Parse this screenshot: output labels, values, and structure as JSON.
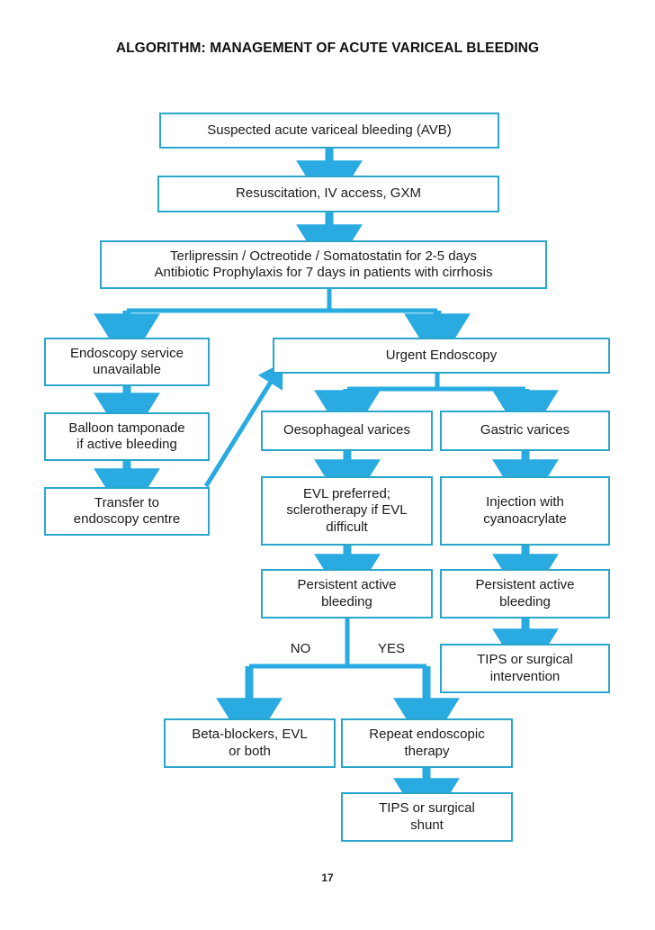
{
  "page": {
    "title": "ALGORITHM: MANAGEMENT OF ACUTE VARICEAL BLEEDING",
    "page_number": "17",
    "accent_color": "#29ABE2",
    "box_border_color": "#2BA6CB",
    "background_color": "#FFFFFF",
    "text_color": "#1A1A1A"
  },
  "nodes": {
    "suspected_avb": {
      "text": "Suspected acute variceal bleeding (AVB)"
    },
    "resuscitation": {
      "text": "Resuscitation, IV access, GXM"
    },
    "drugs": {
      "line1": "Terlipressin / Octreotide / Somatostatin for 2-5 days",
      "line2": "Antibiotic Prophylaxis for 7 days in patients with cirrhosis"
    },
    "endoscopy_unavailable": {
      "line1": "Endoscopy service",
      "line2": "unavailable"
    },
    "balloon_tamponade": {
      "line1": "Balloon tamponade",
      "line2": "if active bleeding"
    },
    "transfer_centre": {
      "line1": "Transfer to",
      "line2": "endoscopy centre"
    },
    "urgent_endoscopy": {
      "text": "Urgent Endoscopy"
    },
    "oesophageal_varices": {
      "text": "Oesophageal varices"
    },
    "gastric_varices": {
      "text": "Gastric varices"
    },
    "evl_preferred": {
      "line1": "EVL preferred;",
      "line2": "sclerotherapy if EVL",
      "line3": "difficult"
    },
    "injection_cyanoacrylate": {
      "line1": "Injection with",
      "line2": "cyanoacrylate"
    },
    "persistent_left": {
      "line1": "Persistent active",
      "line2": "bleeding"
    },
    "persistent_right": {
      "line1": "Persistent active",
      "line2": "bleeding"
    },
    "tips_intervention": {
      "line1": "TIPS or surgical",
      "line2": "intervention"
    },
    "beta_blockers": {
      "line1": "Beta-blockers, EVL",
      "line2": "or both"
    },
    "repeat_endoscopic": {
      "line1": "Repeat endoscopic",
      "line2": "therapy"
    },
    "tips_shunt": {
      "line1": "TIPS or surgical",
      "line2": "shunt"
    }
  },
  "edge_labels": {
    "no": "NO",
    "yes": "YES"
  }
}
